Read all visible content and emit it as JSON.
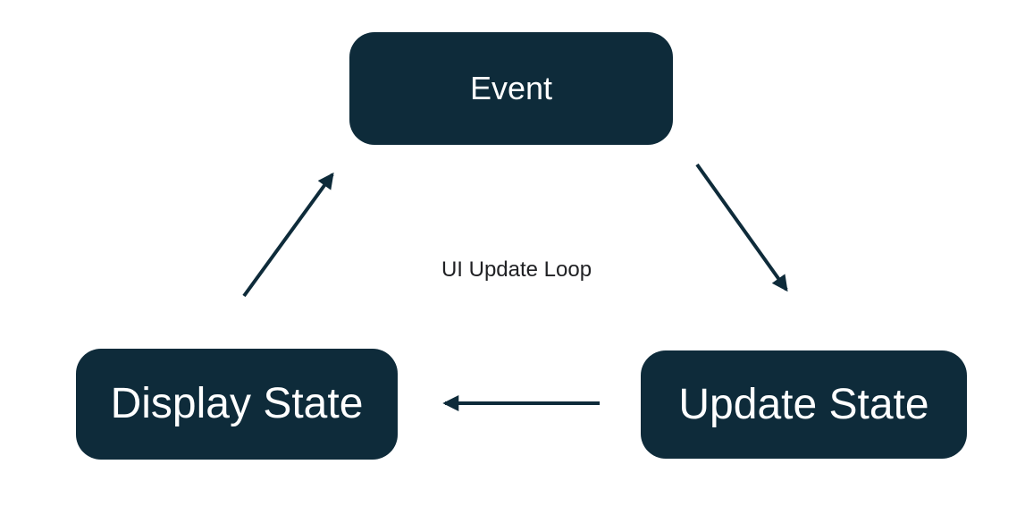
{
  "diagram": {
    "center_label": "UI Update Loop",
    "nodes": [
      {
        "id": "event",
        "label": "Event"
      },
      {
        "id": "display-state",
        "label": "Display State"
      },
      {
        "id": "update-state",
        "label": "Update State"
      }
    ],
    "arrows": [
      {
        "from": "display-state",
        "to": "event"
      },
      {
        "from": "event",
        "to": "update-state"
      },
      {
        "from": "update-state",
        "to": "display-state"
      }
    ],
    "colors": {
      "node_fill": "#0e2b3a",
      "node_text": "#ffffff",
      "arrow": "#0e2b3a",
      "center_label_text": "#202124",
      "background": "#ffffff"
    }
  }
}
